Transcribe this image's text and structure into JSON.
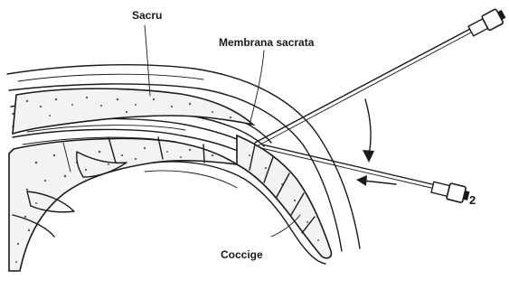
{
  "labels": {
    "sacrum": "Sacru",
    "membrane": "Membrana sacrata",
    "coccyx": "Coccige",
    "needle_two": "2"
  },
  "colors": {
    "ink": "#1a1a1a",
    "bone_fill": "#f3f3f3",
    "background": "#ffffff"
  },
  "icons": {
    "downward_arrow": "curved-arrow-down-icon",
    "leftward_arrow": "arrow-left-icon"
  }
}
